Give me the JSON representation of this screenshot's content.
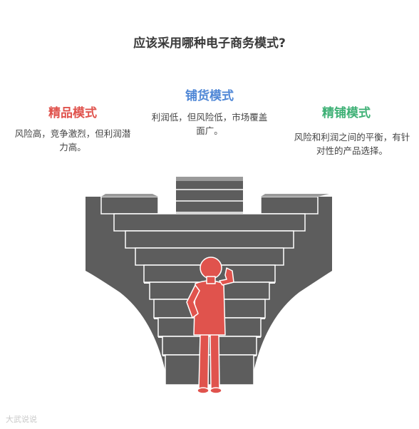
{
  "title": "应该采用哪种电子商务模式?",
  "options": {
    "left": {
      "title": "精品模式",
      "desc": "风险高，竞争激烈，但利润潜力高。",
      "color": "#e0534d"
    },
    "middle": {
      "title": "铺货模式",
      "desc": "利润低，但风险低，市场覆盖面广。",
      "color": "#4f87d6"
    },
    "right": {
      "title": "精铺模式",
      "desc": "风险和利润之间的平衡，有针对性的产品选择。",
      "color": "#3fb176"
    }
  },
  "illustration": {
    "stairs_color": "#5d5d5d",
    "step_top_color": "#9a9a9a",
    "figure_color": "#e0534d",
    "figure": "person-scratching-head"
  },
  "watermark": {
    "left": "大武说说",
    "right": ""
  }
}
